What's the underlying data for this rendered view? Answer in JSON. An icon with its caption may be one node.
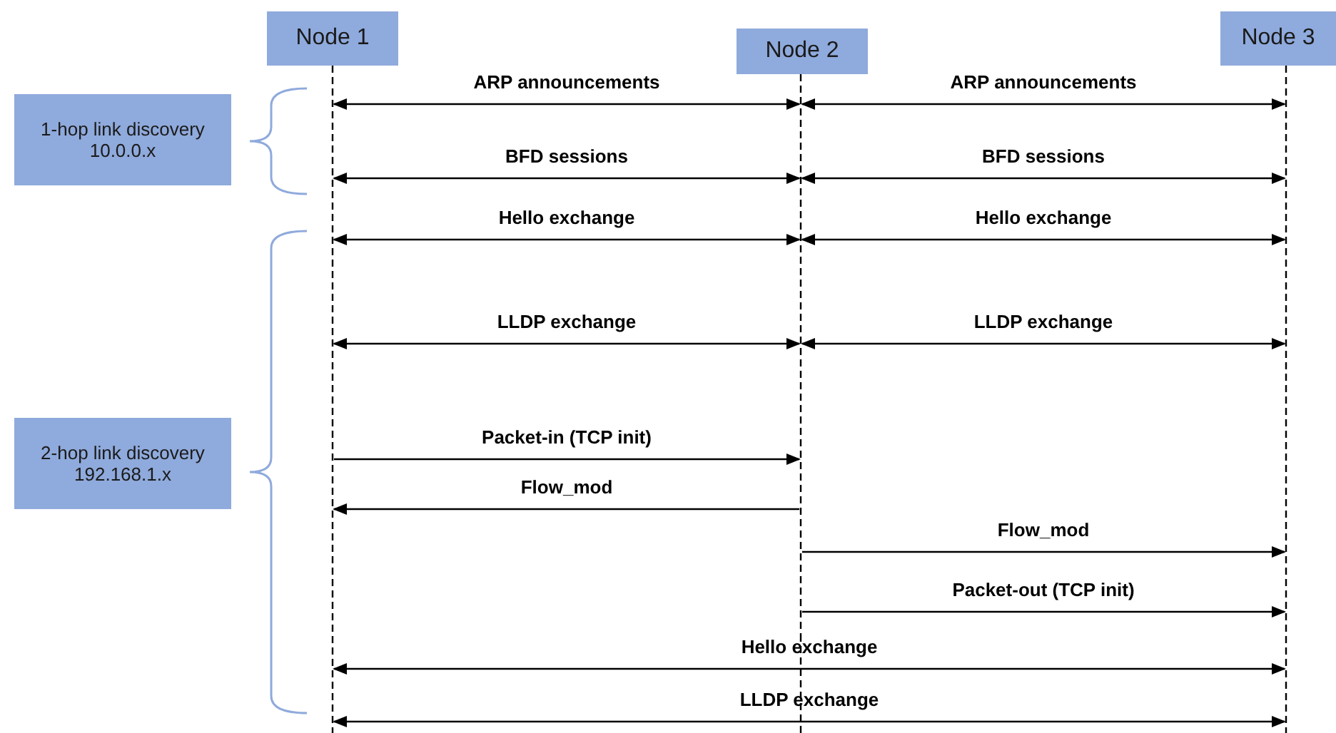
{
  "diagram": {
    "nodes": [
      {
        "text": [
          "Node 1"
        ]
      },
      {
        "text": [
          "Node 2"
        ]
      },
      {
        "text": [
          "Node 3"
        ]
      },
      {
        "text": [
          "1-hop link discovery 10.0.0.x"
        ]
      },
      {
        "text": [
          "2-hop link discovery 192.168.1.x"
        ]
      }
    ],
    "edges": [
      {
        "from": 0,
        "to": 1,
        "arrow": "both",
        "label": "ARP announcements"
      },
      {
        "from": 1,
        "to": 2,
        "arrow": "both",
        "label": "ARP announcements"
      },
      {
        "from": 0,
        "to": 1,
        "arrow": "both",
        "label": "BFD sessions"
      },
      {
        "from": 1,
        "to": 2,
        "arrow": "both",
        "label": "BFD sessions"
      },
      {
        "from": 0,
        "to": 1,
        "arrow": "both",
        "label": "Hello exchange"
      },
      {
        "from": 1,
        "to": 2,
        "arrow": "both",
        "label": "Hello exchange"
      },
      {
        "from": 0,
        "to": 1,
        "arrow": "both",
        "label": "LLDP exchange"
      },
      {
        "from": 1,
        "to": 2,
        "arrow": "both",
        "label": "LLDP exchange"
      },
      {
        "from": 0,
        "to": 1,
        "arrow": "to",
        "label": "Packet-in (TCP init)"
      },
      {
        "from": 1,
        "to": 0,
        "arrow": "to",
        "label": "Flow_mod"
      },
      {
        "from": 1,
        "to": 2,
        "arrow": "to",
        "label": "Flow_mod"
      },
      {
        "from": 1,
        "to": 2,
        "arrow": "to",
        "label": "Packet-out (TCP init)"
      },
      {
        "from": 0,
        "to": 2,
        "arrow": "both",
        "label": "Hello exchange"
      },
      {
        "from": 0,
        "to": 2,
        "arrow": "both",
        "label": "LLDP exchange"
      }
    ]
  }
}
